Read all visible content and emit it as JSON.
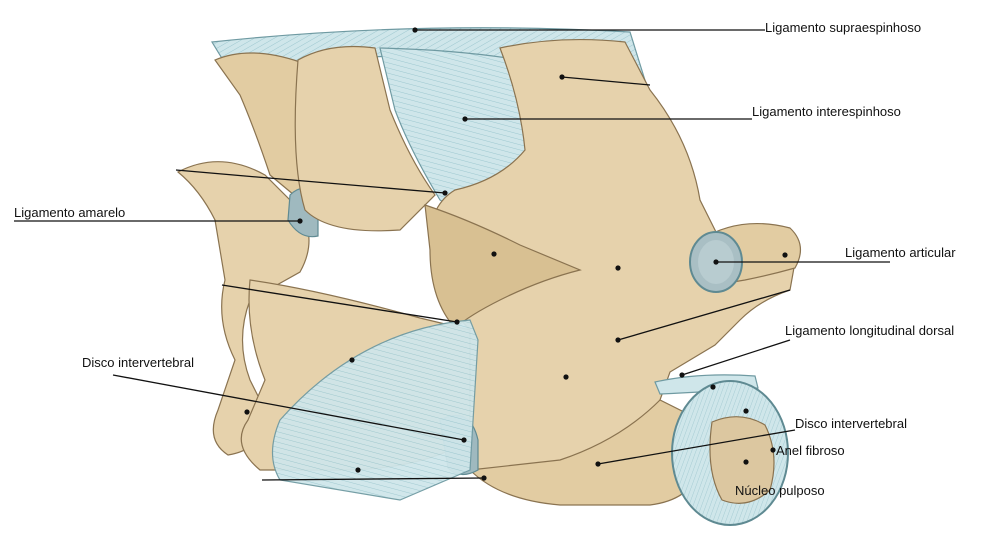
{
  "labels": {
    "supraspinous": "Ligamento supraespinhoso",
    "interspinous": "Ligamento interespinhoso",
    "flavum": "Ligamento amarelo",
    "articular": "Ligamento articular",
    "longitudinal_dorsal": "Ligamento longitudinal dorsal",
    "disc_left": "Disco intervertebral",
    "disc_right": "Disco intervertebral",
    "annulus": "Anel fibroso",
    "nucleus": "Núcleo pulposo"
  },
  "colors": {
    "bone": "#e6d2ac",
    "bone_shadow": "#c9ae80",
    "bone_outline": "#8a7350",
    "ligament": "#cfe6ea",
    "ligament_line": "#9cc7cf",
    "ligament_outline": "#6f9aa2",
    "articular_surface": "#a9bfc4",
    "nucleus": "#dcc7a0",
    "leader": "#111111"
  }
}
